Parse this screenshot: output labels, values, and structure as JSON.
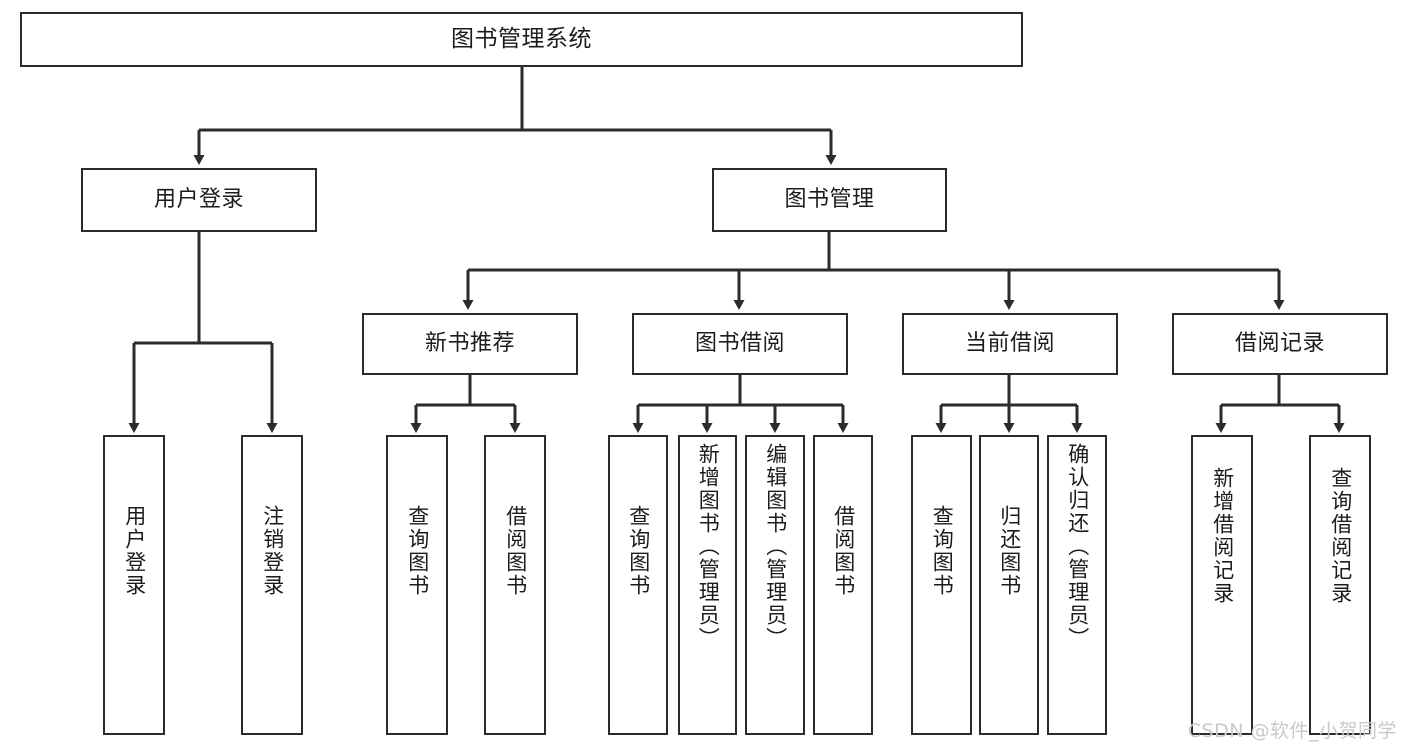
{
  "diagram": {
    "type": "tree-hierarchy",
    "orientation": "top-down",
    "root": {
      "id": "root",
      "label": "图书管理系统"
    },
    "level2": [
      {
        "id": "user-login",
        "label": "用户登录"
      },
      {
        "id": "book-management",
        "label": "图书管理"
      }
    ],
    "level3": [
      {
        "id": "new-book-recommend",
        "label": "新书推荐",
        "parent": "book-management"
      },
      {
        "id": "book-borrow",
        "label": "图书借阅",
        "parent": "book-management"
      },
      {
        "id": "current-borrow",
        "label": "当前借阅",
        "parent": "book-management"
      },
      {
        "id": "borrow-record",
        "label": "借阅记录",
        "parent": "book-management"
      }
    ],
    "leaves": [
      {
        "id": "leaf-user-login",
        "label": "用户登录",
        "parent": "user-login"
      },
      {
        "id": "leaf-logout-login",
        "label": "注销登录",
        "parent": "user-login"
      },
      {
        "id": "leaf-query-book-1",
        "label": "查询图书",
        "parent": "new-book-recommend"
      },
      {
        "id": "leaf-borrow-book-1",
        "label": "借阅图书",
        "parent": "new-book-recommend"
      },
      {
        "id": "leaf-query-book-2",
        "label": "查询图书",
        "parent": "book-borrow"
      },
      {
        "id": "leaf-add-book",
        "label": "新增图书（管理员）",
        "parent": "book-borrow"
      },
      {
        "id": "leaf-edit-book",
        "label": "编辑图书（管理员）",
        "parent": "book-borrow"
      },
      {
        "id": "leaf-borrow-book-2",
        "label": "借阅图书",
        "parent": "book-borrow"
      },
      {
        "id": "leaf-query-book-3",
        "label": "查询图书",
        "parent": "current-borrow"
      },
      {
        "id": "leaf-return-book",
        "label": "归还图书",
        "parent": "current-borrow"
      },
      {
        "id": "leaf-confirm-return",
        "label": "确认归还（管理员）",
        "parent": "current-borrow"
      },
      {
        "id": "leaf-add-record",
        "label": "新增借阅记录",
        "parent": "borrow-record"
      },
      {
        "id": "leaf-query-record",
        "label": "查询借阅记录",
        "parent": "borrow-record"
      }
    ]
  },
  "watermark": {
    "text": "CSDN @软件_小贺同学"
  },
  "colors": {
    "stroke": "#2b2b2b",
    "fill": "#ffffff",
    "text": "#1c1c1c",
    "watermark": "#c9c9c9"
  }
}
